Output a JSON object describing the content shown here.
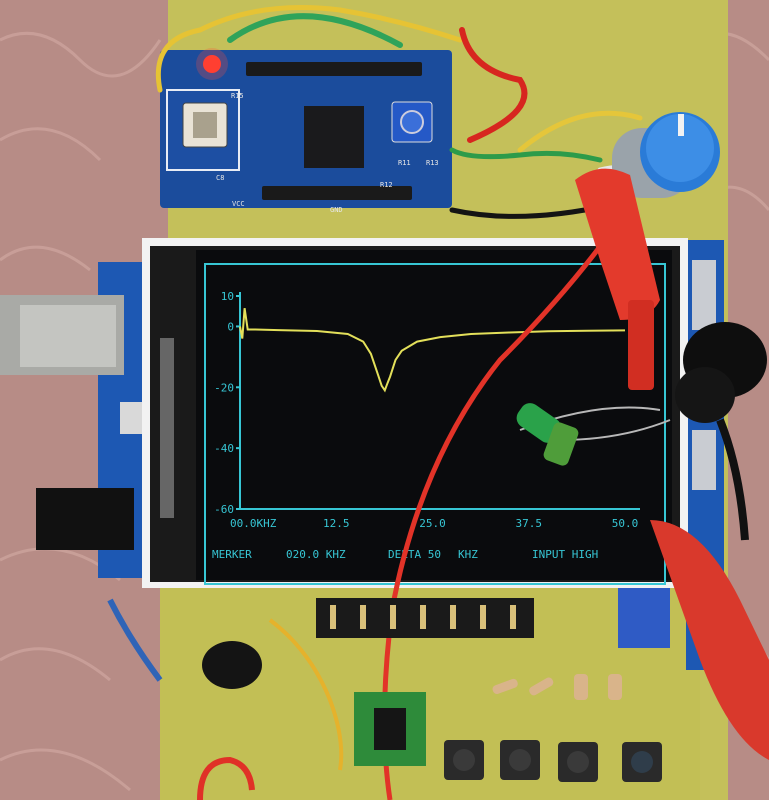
{
  "scene": {
    "trace_color": "#e3e05a",
    "axis_color": "#37c6d4",
    "screen_color": "#0a0b0d",
    "board_color": "#c4c05a"
  },
  "ddsboard": {
    "silk_labels": [
      "R15",
      "R13",
      "R12",
      "R11",
      "GND",
      "VCC",
      "C8"
    ]
  },
  "screen": {
    "chart": {
      "y_ticks": [
        "10",
        "0",
        "-20",
        "-40",
        "-60"
      ],
      "x_ticks": [
        "00.0KHZ",
        "12.5",
        "25.0",
        "37.5",
        "50.0"
      ]
    },
    "status": {
      "marker_label": "MERKER",
      "marker_value": "020.0 KHZ",
      "delta_label": "DELTA 50",
      "delta_unit": "KHZ",
      "input_label": "INPUT HIGH"
    }
  },
  "chart_data": {
    "type": "line",
    "ylim": [
      -60,
      10
    ],
    "xlim": [
      0,
      50
    ],
    "x_tick_labels": [
      "00.0KHZ",
      "12.5",
      "25.0",
      "37.5",
      "50.0"
    ],
    "y_tick_labels": [
      "10",
      "0",
      "-20",
      "-40",
      "-60"
    ],
    "series": [
      {
        "x": [
          0,
          0.3,
          0.6,
          1,
          2,
          5,
          10,
          14,
          16,
          17,
          17.8,
          18.4,
          18.8,
          19.1,
          19.5,
          20.2,
          21,
          23,
          26,
          30,
          35,
          40,
          45,
          50
        ],
        "y": [
          0,
          -4,
          6,
          -1,
          -1,
          -1.2,
          -1.5,
          -2.5,
          -5,
          -9,
          -15,
          -19.5,
          -21,
          -19,
          -16.5,
          -11,
          -8,
          -5,
          -3.5,
          -2.5,
          -2,
          -1.6,
          -1.4,
          -1.3
        ]
      }
    ]
  }
}
